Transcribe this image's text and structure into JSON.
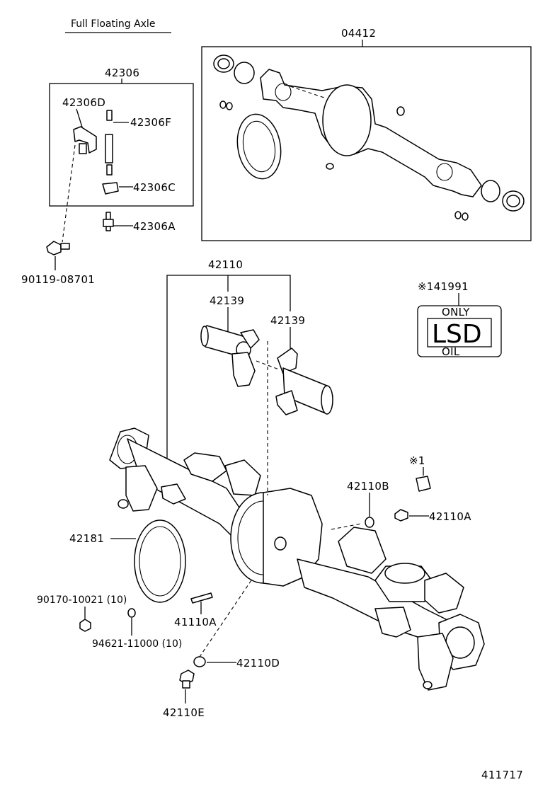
{
  "header": {
    "subtitle": "Full Floating Axle"
  },
  "parts": {
    "p04412": "04412",
    "p42306": "42306",
    "p42306D": "42306D",
    "p42306F": "42306F",
    "p42306C": "42306C",
    "p42306A": "42306A",
    "p90119": "90119-08701",
    "p42110": "42110",
    "p42139_left": "42139",
    "p42139_right": "42139",
    "p141991": "※141991",
    "p1": "※1",
    "p42110B": "42110B",
    "p42110A": "42110A",
    "p42181": "42181",
    "p90170": "90170-10021 (10)",
    "p94621": "94621-11000 (10)",
    "p41110A": "41110A",
    "p42110D": "42110D",
    "p42110E": "42110E"
  },
  "lsd_tag": {
    "top": "ONLY",
    "middle": "LSD",
    "bottom": "OIL"
  },
  "footer": {
    "diagram_number": "411717"
  }
}
